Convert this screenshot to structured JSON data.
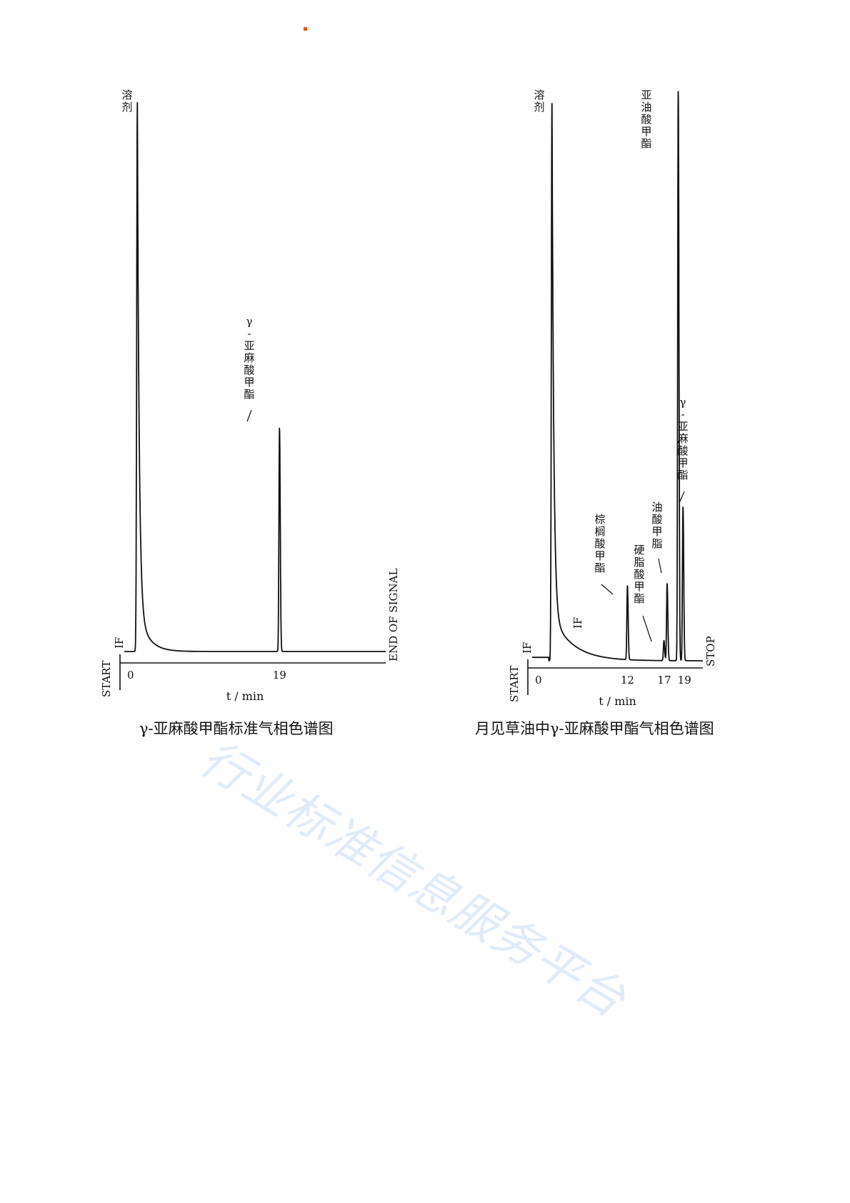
{
  "watermark": "行业标准信息服务平台",
  "colors": {
    "trace": "#111111",
    "watermark": "#c9dcf3",
    "marker": "#e8560f"
  },
  "chart_data": [
    {
      "type": "line",
      "caption": "γ-亚麻酸甲酯标准气相色谱图",
      "xlabel": "t / min",
      "ticks": [
        "0",
        "19"
      ],
      "xlim": [
        0,
        32
      ],
      "ylim": [
        0,
        100
      ],
      "labels": {
        "start": "START",
        "if": "IF",
        "end": "END OF SIGNAL"
      },
      "peaks": [
        {
          "name": "溶剂",
          "rt": 1.6,
          "height": 98
        },
        {
          "name": "γ-亚麻酸甲酯",
          "rt": 19,
          "height": 40
        }
      ]
    },
    {
      "type": "line",
      "caption": "月见草油中γ-亚麻酸甲酯气相色谱图",
      "xlabel": "t / min",
      "ticks": [
        "0",
        "12",
        "17",
        "19"
      ],
      "xlim": [
        0,
        21.5
      ],
      "ylim": [
        0,
        100
      ],
      "labels": {
        "start": "START",
        "if": "IF",
        "if2": "IF",
        "stop": "STOP"
      },
      "peaks": [
        {
          "name": "溶剂",
          "rt": 2.5,
          "height": 99
        },
        {
          "name": "棕榈酸甲酯",
          "rt": 12,
          "height": 13
        },
        {
          "name": "硬脂酸甲酯",
          "rt": 16.6,
          "height": 3.5
        },
        {
          "name": "油酸甲脂",
          "rt": 17,
          "height": 13.5
        },
        {
          "name": "亚油酸甲酯",
          "rt": 18.4,
          "height": 100
        },
        {
          "name": "γ-亚麻酸甲酯",
          "rt": 19,
          "height": 27
        }
      ]
    }
  ]
}
